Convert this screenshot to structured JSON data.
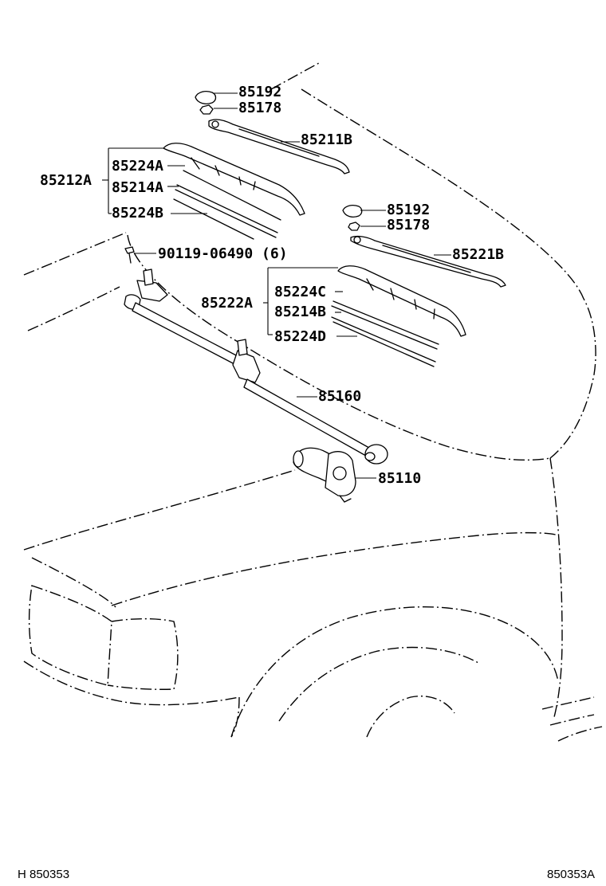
{
  "callouts": {
    "cap_left": "85192",
    "nut_left": "85178",
    "arm_left": "85211B",
    "blade_assy_left": "85212A",
    "blade_left_1": "85224A",
    "blade_left_2": "85214A",
    "blade_left_3": "85224B",
    "screw": "90119-06490 (6)",
    "cap_right": "85192",
    "nut_right": "85178",
    "arm_right": "85221B",
    "blade_assy_right": "85222A",
    "blade_right_1": "85224C",
    "blade_right_2": "85214B",
    "blade_right_3": "85224D",
    "link": "85160",
    "motor": "85110"
  },
  "footer": {
    "left_code": "H 850353",
    "right_code": "850353A"
  }
}
